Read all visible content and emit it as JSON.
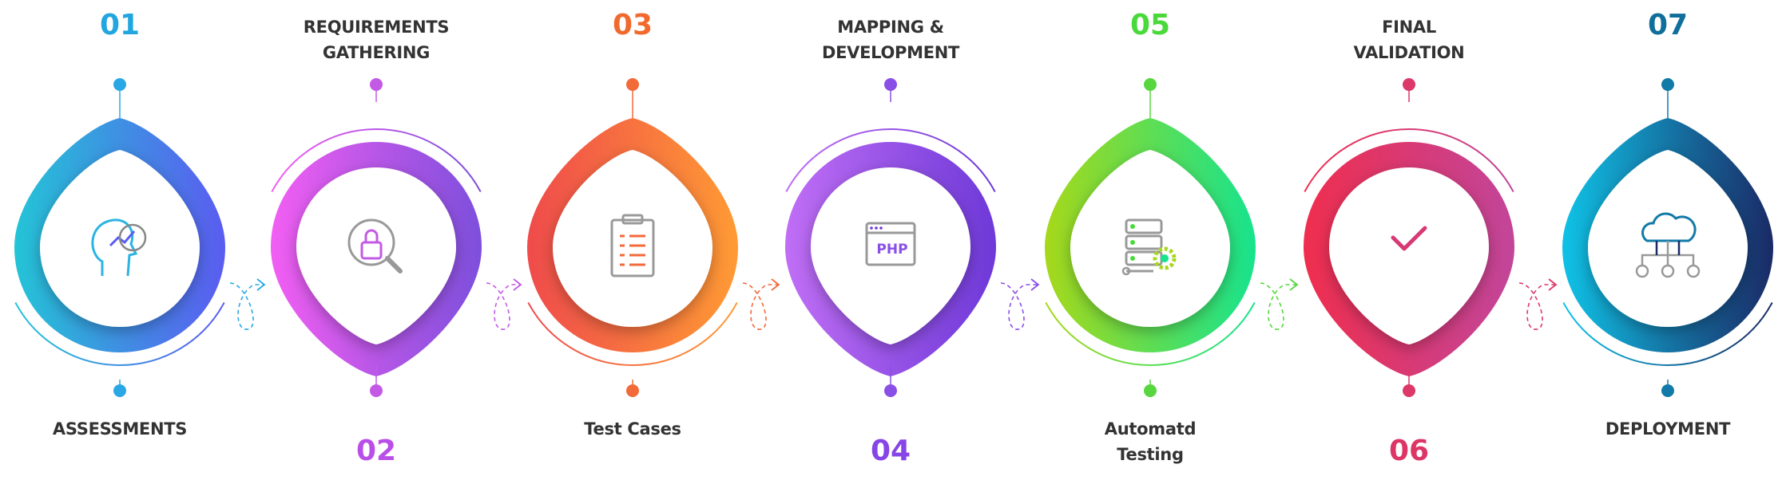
{
  "steps": [
    {
      "number": "01",
      "label": "ASSESSMENTS",
      "icon": "head-analytics-icon",
      "colors": [
        "#23c4d6",
        "#5a5cf0"
      ],
      "pin_color": "#2aa8e6",
      "num_color": "#22a6e0"
    },
    {
      "number": "02",
      "label": "REQUIREMENTS\nGATHERING",
      "icon": "search-lock-icon",
      "colors": [
        "#f25ef2",
        "#7d4fdc"
      ],
      "pin_color": "#c35ae6",
      "num_color": "#b94fe8"
    },
    {
      "number": "03",
      "label": "Test Cases",
      "icon": "clipboard-icon",
      "colors": [
        "#ef4b4b",
        "#ff9a34"
      ],
      "pin_color": "#f26a3a",
      "num_color": "#f2692e"
    },
    {
      "number": "04",
      "label": "MAPPING &\nDEVELOPMENT",
      "icon": "php-window-icon",
      "colors": [
        "#c06ef5",
        "#6e39d8"
      ],
      "pin_color": "#8a4fe6",
      "num_color": "#8646e6"
    },
    {
      "number": "05",
      "label": "Automatd\nTesting",
      "icon": "server-gear-icon",
      "colors": [
        "#a6d81a",
        "#17e38d"
      ],
      "pin_color": "#58d640",
      "num_color": "#49d93a"
    },
    {
      "number": "06",
      "label": "FINAL\nVALIDATION",
      "icon": "checkmark-icon",
      "colors": [
        "#ef2e4e",
        "#c2459a"
      ],
      "pin_color": "#dc3868",
      "num_color": "#dc3566"
    },
    {
      "number": "07",
      "label": "DEPLOYMENT",
      "icon": "cloud-network-icon",
      "colors": [
        "#0fc2e6",
        "#1a2a66"
      ],
      "pin_color": "#127aa8",
      "num_color": "#106e9a"
    }
  ]
}
